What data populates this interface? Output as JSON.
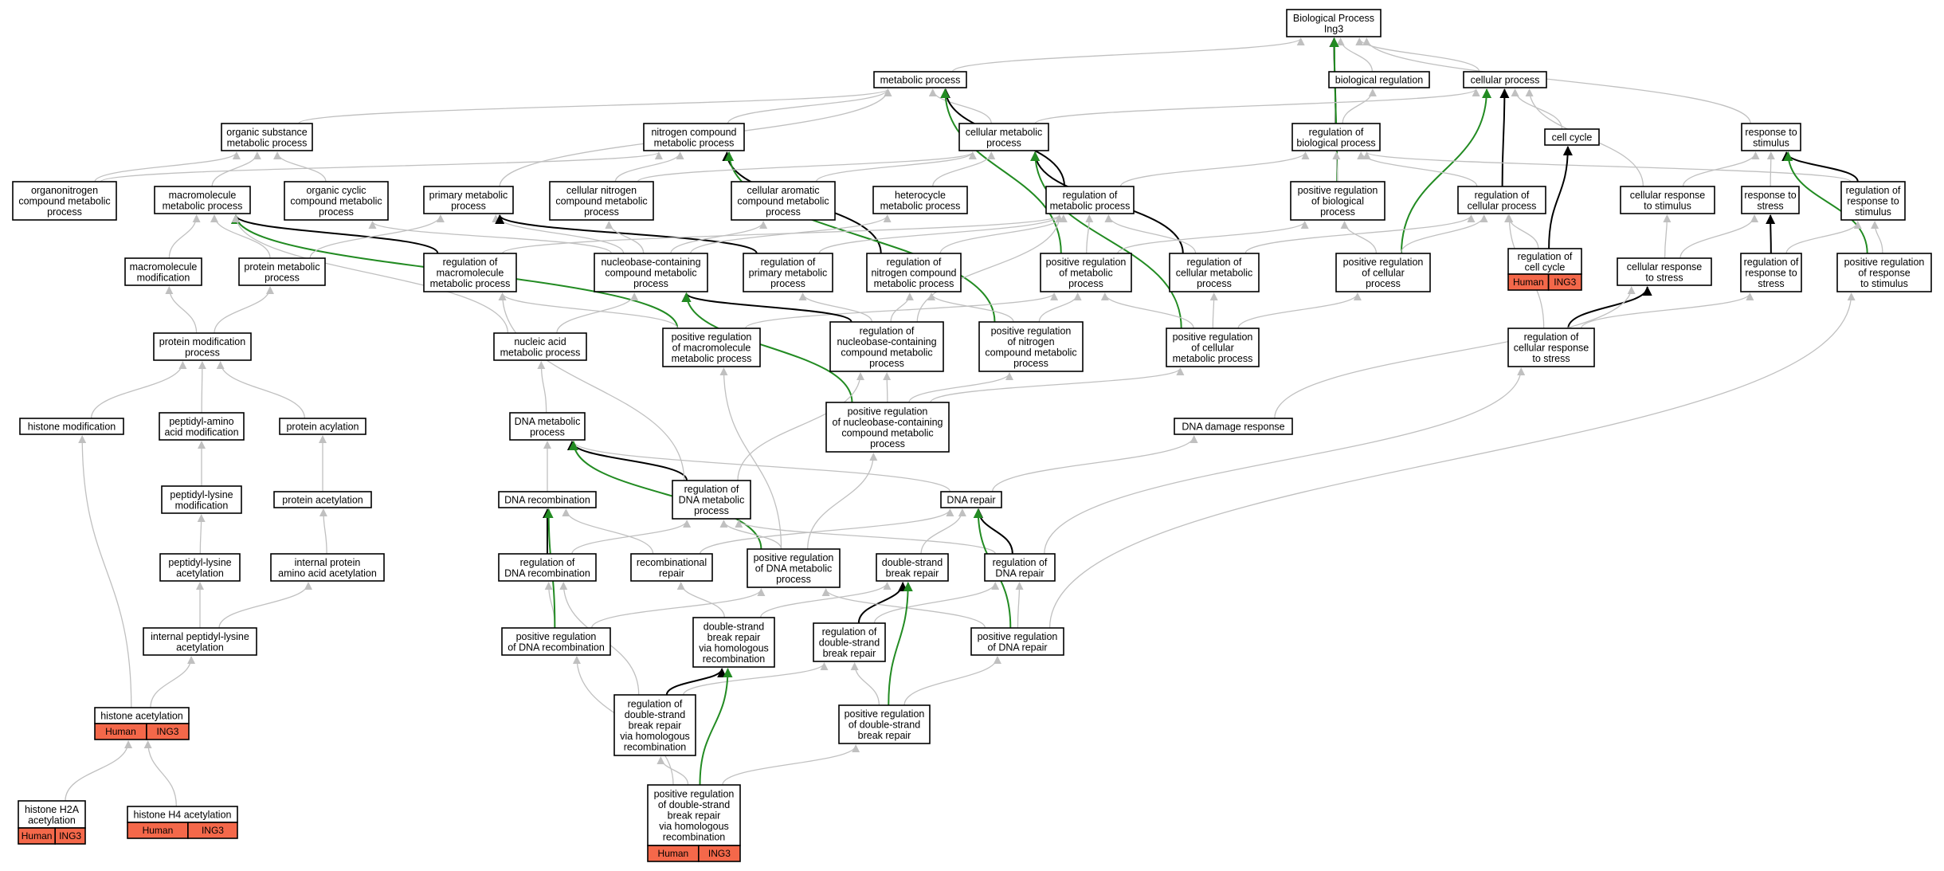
{
  "colors": {
    "grey_edge": "#c0c0c0",
    "black_edge": "#000000",
    "green_edge": "#228b22",
    "annotation_fill": "#f4684a"
  },
  "nodes": {
    "root": [
      "Biological Process",
      "Ing3"
    ],
    "metabolic_process": [
      "metabolic process"
    ],
    "biological_regulation": [
      "biological regulation"
    ],
    "cellular_process": [
      "cellular process"
    ],
    "organic_substance_mp": [
      "organic substance",
      "metabolic process"
    ],
    "nitrogen_compound_mp": [
      "nitrogen compound",
      "metabolic process"
    ],
    "cellular_mp": [
      "cellular metabolic",
      "process"
    ],
    "reg_bio_process": [
      "regulation of",
      "biological process"
    ],
    "cell_cycle": [
      "cell cycle"
    ],
    "response_to_stimulus": [
      "response to",
      "stimulus"
    ],
    "organonitrogen_cmp": [
      "organonitrogen",
      "compound metabolic",
      "process"
    ],
    "macromolecule_mp": [
      "macromolecule",
      "metabolic process"
    ],
    "organic_cyclic_cmp": [
      "organic cyclic",
      "compound metabolic",
      "process"
    ],
    "primary_mp": [
      "primary metabolic",
      "process"
    ],
    "cellular_nitrogen_cmp": [
      "cellular nitrogen",
      "compound metabolic",
      "process"
    ],
    "cellular_aromatic_cmp": [
      "cellular aromatic",
      "compound metabolic",
      "process"
    ],
    "heterocycle_mp": [
      "heterocycle",
      "metabolic process"
    ],
    "reg_mp": [
      "regulation of",
      "metabolic process"
    ],
    "pos_reg_bio_process": [
      "positive regulation",
      "of biological",
      "process"
    ],
    "reg_cellular_process": [
      "regulation of",
      "cellular process"
    ],
    "cellular_resp_stimulus": [
      "cellular response",
      "to stimulus"
    ],
    "resp_stress": [
      "response to",
      "stress"
    ],
    "reg_resp_stimulus": [
      "regulation of",
      "response to",
      "stimulus"
    ],
    "macromolecule_mod": [
      "macromolecule",
      "modification"
    ],
    "protein_mp": [
      "protein metabolic",
      "process"
    ],
    "reg_macromolecule_mp": [
      "regulation of",
      "macromolecule",
      "metabolic process"
    ],
    "nucleobase_cmp": [
      "nucleobase-containing",
      "compound metabolic",
      "process"
    ],
    "reg_primary_mp": [
      "regulation of",
      "primary metabolic",
      "process"
    ],
    "reg_nitrogen_cmp": [
      "regulation of",
      "nitrogen compound",
      "metabolic process"
    ],
    "pos_reg_mp": [
      "positive regulation",
      "of metabolic",
      "process"
    ],
    "reg_cellular_mp": [
      "regulation of",
      "cellular metabolic",
      "process"
    ],
    "pos_reg_cellular_process": [
      "positive regulation",
      "of cellular",
      "process"
    ],
    "reg_cell_cycle": [
      "regulation of",
      "cell cycle"
    ],
    "cellular_resp_stress": [
      "cellular response",
      "to stress"
    ],
    "reg_resp_stress": [
      "regulation of",
      "response to",
      "stress"
    ],
    "pos_reg_resp_stimulus": [
      "positive regulation",
      "of response",
      "to stimulus"
    ],
    "protein_mod_process": [
      "protein modification",
      "process"
    ],
    "nucleic_acid_mp": [
      "nucleic acid",
      "metabolic process"
    ],
    "pos_reg_macromolecule_mp": [
      "positive regulation",
      "of macromolecule",
      "metabolic process"
    ],
    "reg_nucleobase_cmp": [
      "regulation of",
      "nucleobase-containing",
      "compound metabolic",
      "process"
    ],
    "pos_reg_nitrogen_cmp": [
      "positive regulation",
      "of nitrogen",
      "compound metabolic",
      "process"
    ],
    "pos_reg_cellular_mp": [
      "positive regulation",
      "of cellular",
      "metabolic process"
    ],
    "reg_cellular_resp_stress": [
      "regulation of",
      "cellular response",
      "to stress"
    ],
    "pos_reg_nucleobase_cmp": [
      "positive regulation",
      "of nucleobase-containing",
      "compound metabolic",
      "process"
    ],
    "histone_mod": [
      "histone modification"
    ],
    "peptidyl_amino_mod": [
      "peptidyl-amino",
      "acid modification"
    ],
    "protein_acylation": [
      "protein acylation"
    ],
    "dna_mp": [
      "DNA metabolic",
      "process"
    ],
    "dna_damage_resp": [
      "DNA damage response"
    ],
    "peptidyl_lysine_mod": [
      "peptidyl-lysine",
      "modification"
    ],
    "protein_acetylation": [
      "protein acetylation"
    ],
    "dna_recombination": [
      "DNA recombination"
    ],
    "reg_dna_mp": [
      "regulation of",
      "DNA metabolic",
      "process"
    ],
    "dna_repair": [
      "DNA repair"
    ],
    "peptidyl_lysine_acet": [
      "peptidyl-lysine",
      "acetylation"
    ],
    "internal_protein_aa_acet": [
      "internal protein",
      "amino acid acetylation"
    ],
    "reg_dna_recombination": [
      "regulation of",
      "DNA recombination"
    ],
    "recombinational_repair": [
      "recombinational",
      "repair"
    ],
    "pos_reg_dna_mp": [
      "positive regulation",
      "of DNA metabolic",
      "process"
    ],
    "dsb_repair": [
      "double-strand",
      "break repair"
    ],
    "reg_dna_repair": [
      "regulation of",
      "DNA repair"
    ],
    "internal_peptidyl_lysine_acet": [
      "internal peptidyl-lysine",
      "acetylation"
    ],
    "pos_reg_dna_recombination": [
      "positive regulation",
      "of DNA recombination"
    ],
    "dsb_repair_hr": [
      "double-strand",
      "break repair",
      "via homologous",
      "recombination"
    ],
    "reg_dsb_repair": [
      "regulation of",
      "double-strand",
      "break repair"
    ],
    "pos_reg_dna_repair": [
      "positive regulation",
      "of DNA repair"
    ],
    "histone_acetylation": [
      "histone acetylation"
    ],
    "reg_dsb_repair_hr": [
      "regulation of",
      "double-strand",
      "break repair",
      "via homologous",
      "recombination"
    ],
    "pos_reg_dsb_repair": [
      "positive regulation",
      "of double-strand",
      "break repair"
    ],
    "histone_h2a_acet": [
      "histone H2A",
      "acetylation"
    ],
    "histone_h4_acet": [
      "histone H4 acetylation"
    ],
    "pos_reg_dsb_repair_hr": [
      "positive regulation",
      "of double-strand",
      "break repair",
      "via homologous",
      "recombination"
    ]
  },
  "annotations": {
    "reg_cell_cycle": [
      "Human",
      "ING3"
    ],
    "histone_acetylation": [
      "Human",
      "ING3"
    ],
    "histone_h2a_acet": [
      "Human",
      "ING3"
    ],
    "histone_h4_acet": [
      "Human",
      "ING3"
    ],
    "pos_reg_dsb_repair_hr": [
      "Human",
      "ING3"
    ]
  }
}
